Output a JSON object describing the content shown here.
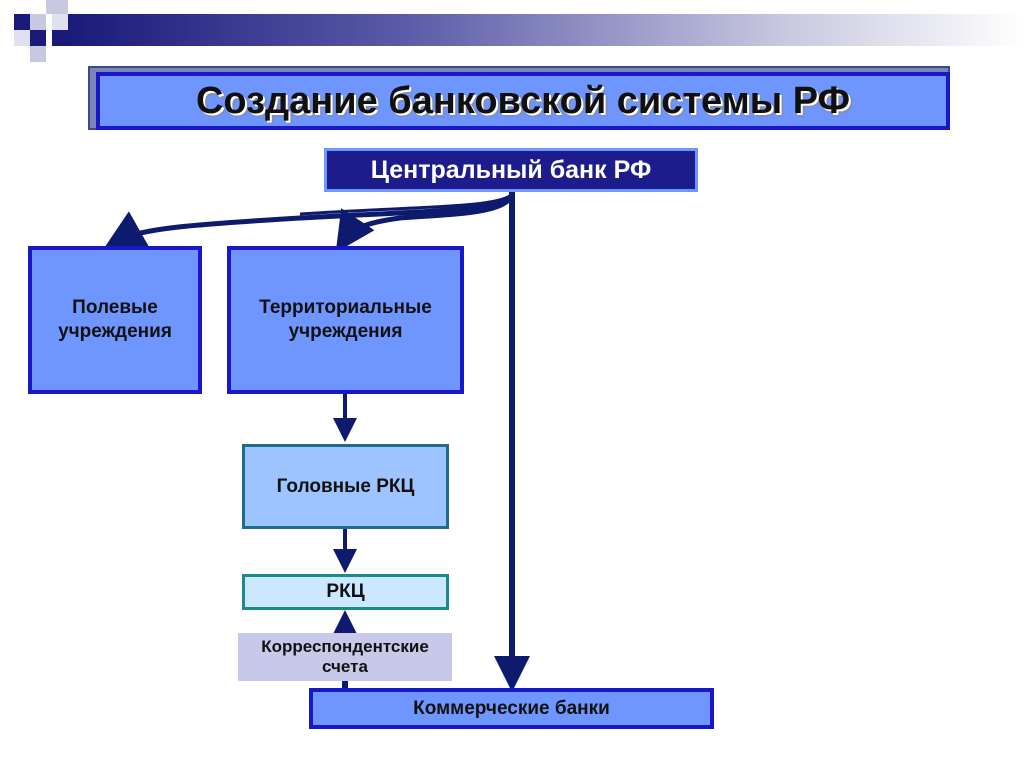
{
  "slide": {
    "title": "Создание банковской системы РФ"
  },
  "diagram": {
    "central_bank": "Центральный банк РФ",
    "field_institutions": "Полевые учреждения",
    "territorial_institutions": "Территориальные учреждения",
    "head_rkc": "Головные РКЦ",
    "rkc": "РКЦ",
    "correspondent_accounts": "Корреспондентские счета",
    "commercial_banks": "Коммерческие банки"
  },
  "colors": {
    "dark_navy": "#1c1c8c",
    "box_blue": "#6f96ff",
    "border_blue": "#1818c8",
    "arrow_navy": "#0d1a6e",
    "head_rkc_fill": "#9ec4ff",
    "rkc_fill": "#cce8ff",
    "corr_fill": "#c8c8e8"
  }
}
